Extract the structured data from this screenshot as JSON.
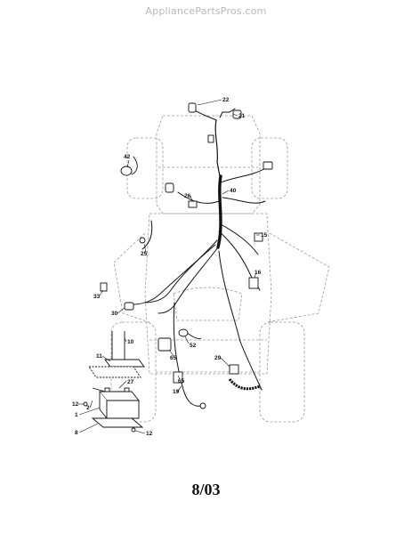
{
  "watermark": "AppliancePartsPros.com",
  "page_code": "8/03",
  "colors": {
    "line": "#111111",
    "outline": "#9a9a9a",
    "watermark": "#b9b9b9"
  },
  "callouts": {
    "c22": "22",
    "c21": "21",
    "c42a": "42",
    "c40": "40",
    "c26": "26",
    "c15": "15",
    "c25": "25",
    "c16": "16",
    "c33": "33",
    "c30": "30",
    "c10": "10",
    "c11": "11",
    "c52": "52",
    "c65a": "65",
    "c29": "29",
    "c27": "27",
    "c65b": "65",
    "c19": "19",
    "c12a": "12",
    "c2": "2",
    "c1": "1",
    "c8": "8",
    "c12b": "12"
  }
}
